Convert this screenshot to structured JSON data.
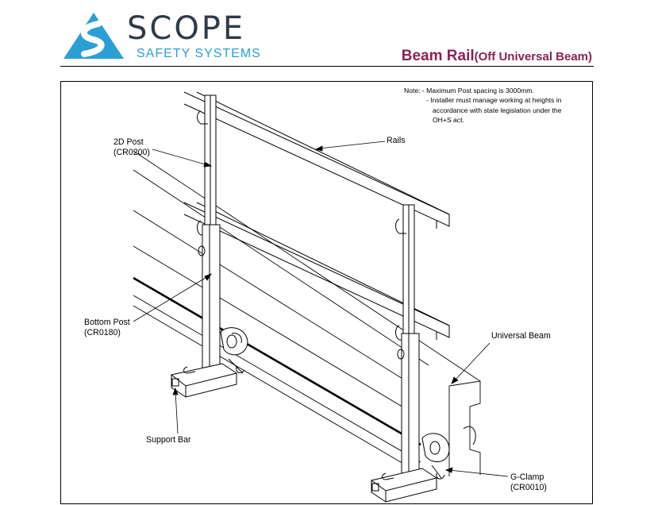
{
  "brand": {
    "name": "SCOPE",
    "subtitle": "SAFETY SYSTEMS",
    "colors": {
      "logo_blue": "#2a9fd6",
      "name_gray": "#2f3a46"
    }
  },
  "title": {
    "main": "Beam Rail",
    "sub": "(Off Universal Beam)",
    "color": "#8b2253"
  },
  "note": {
    "line1": "Note: - Maximum Post spacing is 3000mm.",
    "line2": "- Installer must manage working at heights in",
    "line3": "accordance with state legislation under the",
    "line4": "OH+S act."
  },
  "labels": {
    "post_2d": {
      "name": "2D Post",
      "code": "(CR0200)"
    },
    "rails": "Rails",
    "bottom_post": {
      "name": "Bottom Post",
      "code": "(CR0180)"
    },
    "universal_beam": "Universal Beam",
    "support_bar": "Support Bar",
    "g_clamp": {
      "name": "G-Clamp",
      "code": "(CR0010)"
    }
  }
}
